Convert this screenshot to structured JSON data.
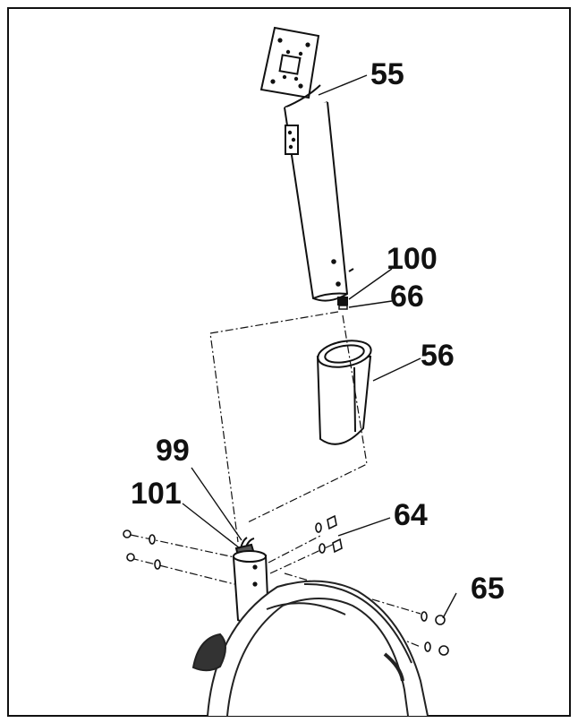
{
  "callouts": {
    "part_55": "55",
    "part_100": "100",
    "part_66": "66",
    "part_56": "56",
    "part_99": "99",
    "part_101": "101",
    "part_64": "64",
    "part_65": "65"
  },
  "colors": {
    "line": "#111111",
    "background": "#ffffff",
    "console_outline": "#222222",
    "shadow": "#555555"
  }
}
